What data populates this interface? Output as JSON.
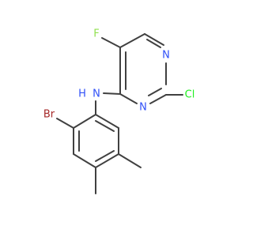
{
  "molecule": {
    "atoms": {
      "F": {
        "text": "F",
        "color": "#90e050"
      },
      "N3": {
        "text": "N",
        "color": "#3050f8"
      },
      "N1": {
        "text": "N",
        "color": "#3050f8"
      },
      "Cl": {
        "text": "Cl",
        "color": "#1ff01f"
      },
      "NH": {
        "text": "H",
        "color": "#3050f8"
      },
      "NHN": {
        "text": "N",
        "color": "#3050f8"
      },
      "Br": {
        "text": "Br",
        "color": "#a62929"
      }
    }
  }
}
